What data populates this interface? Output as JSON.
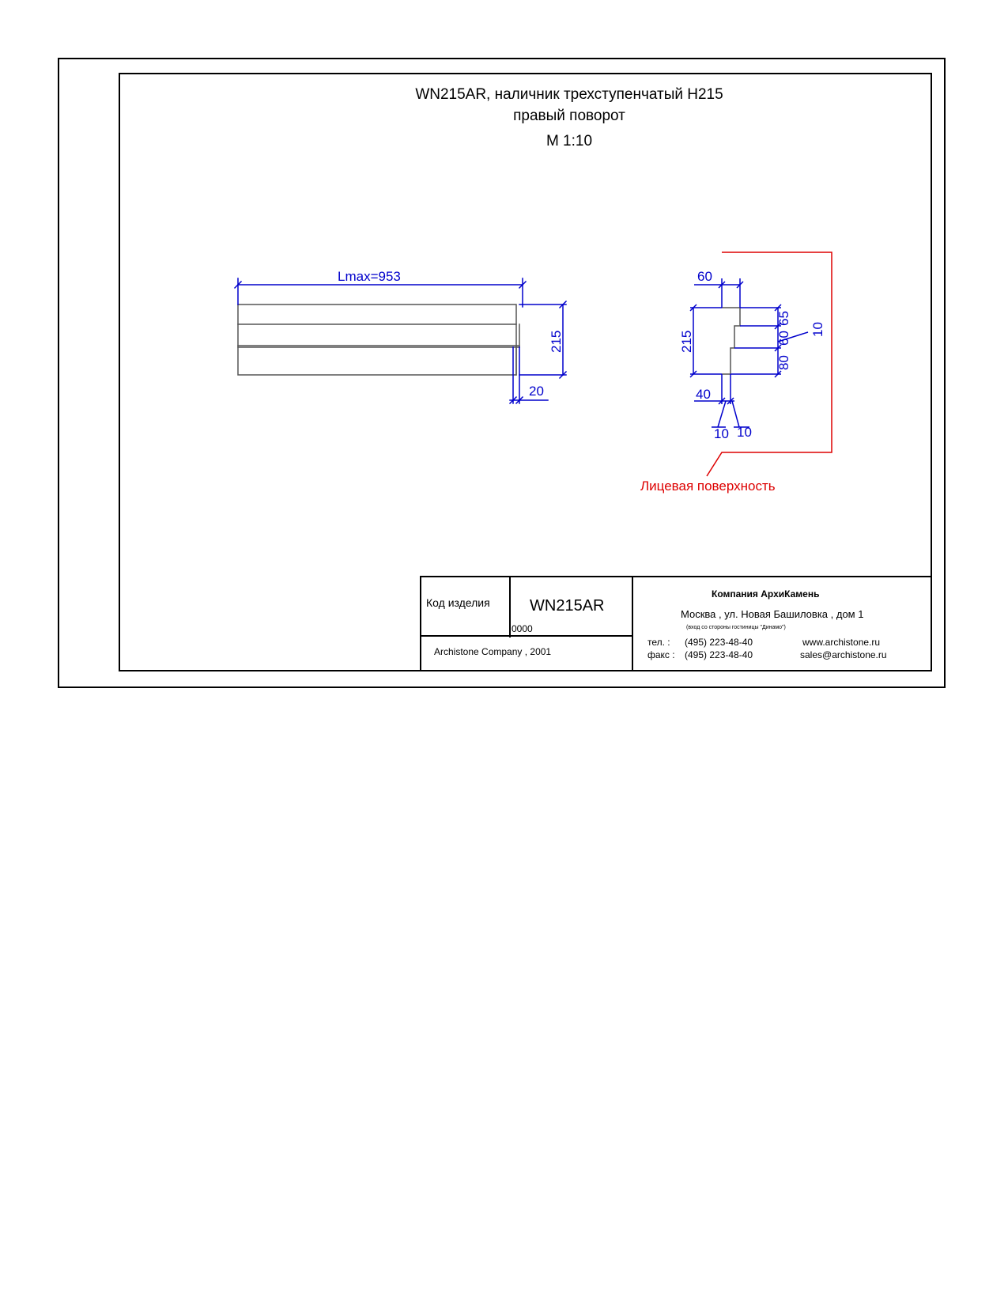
{
  "title": {
    "line1": "WN215AR, наличник трехступенчатый H215",
    "line2": "правый поворот",
    "scale": "M 1:10"
  },
  "drawing": {
    "front_view": {
      "length_label": "Lmax=953",
      "height_label": "215",
      "step_label": "20"
    },
    "section_view": {
      "top_width_label": "60",
      "height_label": "215",
      "bottom_width_label": "40",
      "right_label_65": "65",
      "right_label_60": "60",
      "right_label_80": "80",
      "right_label_10": "10",
      "bottom_label_10a": "10",
      "bottom_label_10b": "10"
    },
    "face_label": "Лицевая поверхность",
    "colors": {
      "dimension": "#0000cc",
      "face": "#dd0000",
      "lines": "#555555"
    }
  },
  "title_block": {
    "code_caption": "Код изделия",
    "code_value": "WN215AR",
    "code_small": "0000",
    "copyright": "Archistone  Company ,  2001",
    "company": "Компания  АрхиКамень",
    "address": "Москва , ул. Новая Башиловка , дом 1",
    "address_note": "(вход со стороны гостиницы \"Динамо\")",
    "tel_label": "тел.   :",
    "tel": "(495) 223-48-40",
    "fax_label": "факс :",
    "fax": "(495) 223-48-40",
    "website": "www.archistone.ru",
    "email": "sales@archistone.ru"
  }
}
